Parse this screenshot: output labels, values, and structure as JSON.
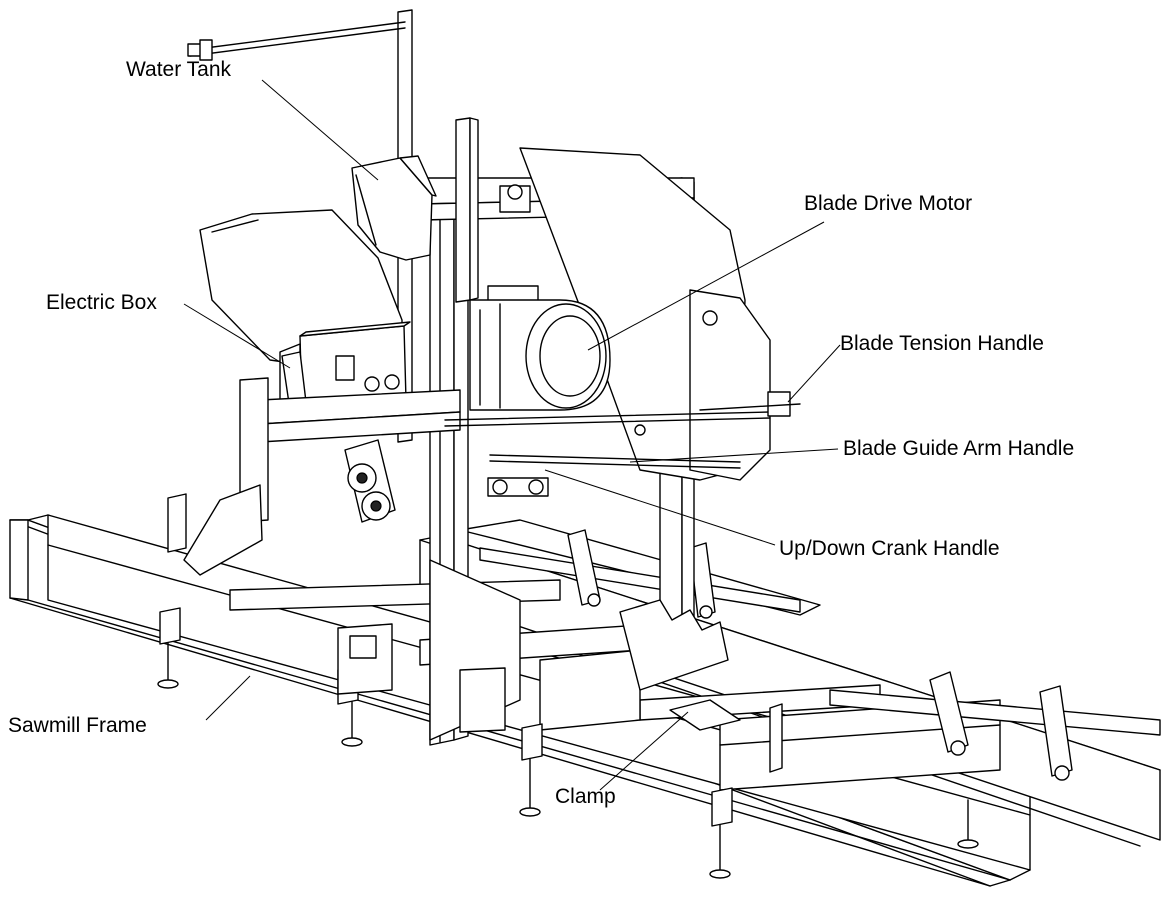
{
  "labels": {
    "water_tank": "Water Tank",
    "blade_drive_motor": "Blade Drive Motor",
    "electric_box": "Electric Box",
    "blade_tension_handle": "Blade Tension Handle",
    "blade_guide_arm_handle": "Blade Guide Arm Handle",
    "up_down_crank_handle": "Up/Down Crank Handle",
    "sawmill_frame": "Sawmill Frame",
    "clamp": "Clamp"
  },
  "colors": {
    "line": "#000000",
    "background": "#ffffff"
  }
}
